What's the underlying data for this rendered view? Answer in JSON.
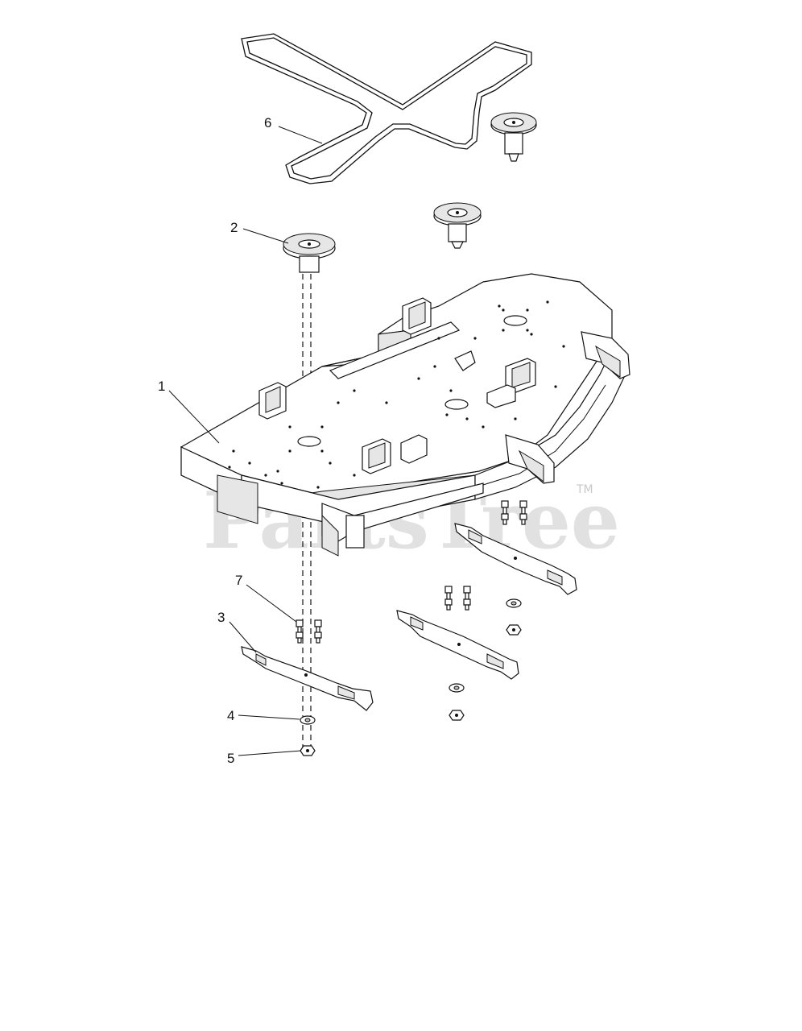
{
  "diagram": {
    "watermark": "PartsTree",
    "trademark": "TM",
    "callouts": [
      {
        "id": "c1",
        "label": "1"
      },
      {
        "id": "c2",
        "label": "2"
      },
      {
        "id": "c3",
        "label": "3"
      },
      {
        "id": "c4",
        "label": "4"
      },
      {
        "id": "c5",
        "label": "5"
      },
      {
        "id": "c6",
        "label": "6"
      },
      {
        "id": "c7",
        "label": "7"
      }
    ]
  }
}
